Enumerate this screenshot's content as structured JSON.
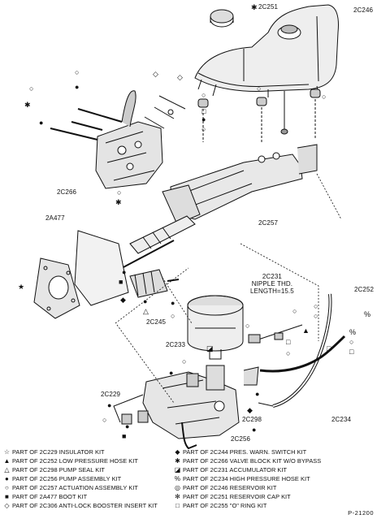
{
  "labels": {
    "reservoir_cap": "2C251",
    "reservoir": "2C246",
    "valve_block": "2C266",
    "boot": "2A477",
    "actuation_assembly": "2C257",
    "nipple_note": "2C231\nNIPPLE THD.\nLENGTH=15.5",
    "pressure_hose": "2C252",
    "pump_seal": "2C245",
    "accumulator": "2C233",
    "pump_assembly": "2C229",
    "switch_kit": "2C256",
    "o_ring": "2C298",
    "high_pressure_hose": "2C234"
  },
  "legend": [
    {
      "symbol": "☆",
      "text": "PART OF 2C229 INSULATOR KIT"
    },
    {
      "symbol": "▲",
      "text": "PART OF 2C252 LOW PRESSURE HOSE KIT"
    },
    {
      "symbol": "△",
      "text": "PART OF 2C298 PUMP SEAL KIT"
    },
    {
      "symbol": "●",
      "text": "PART OF 2C256 PUMP ASSEMBLY KIT"
    },
    {
      "symbol": "○",
      "text": "PART OF 2C257 ACTUATION ASSEMBLY KIT"
    },
    {
      "symbol": "■",
      "text": "PART OF 2A477 BOOT KIT"
    },
    {
      "symbol": "◇",
      "text": "PART OF 2C306 ANTI-LOCK BOOSTER INSERT KIT"
    },
    {
      "symbol": "◆",
      "text": "PART OF 2C244 PRES. WARN. SWITCH KIT"
    },
    {
      "symbol": "✱",
      "text": "PART OF 2C266 VALVE BLOCK KIT W/O BYPASS"
    },
    {
      "symbol": "◪",
      "text": "PART OF 2C231 ACCUMULATOR KIT"
    },
    {
      "symbol": "%",
      "text": "PART OF 2C234 HIGH PRESSURE HOSE KIT"
    },
    {
      "symbol": "◎",
      "text": "PART OF 2C246 RESERVOIR KIT"
    },
    {
      "symbol": "✻",
      "text": "PART OF 2C251 RESERVOIR CAP KIT"
    },
    {
      "symbol": "□",
      "text": "PART OF 2C255 \"O\" RING KIT"
    }
  ],
  "figure_id": "P-21200"
}
